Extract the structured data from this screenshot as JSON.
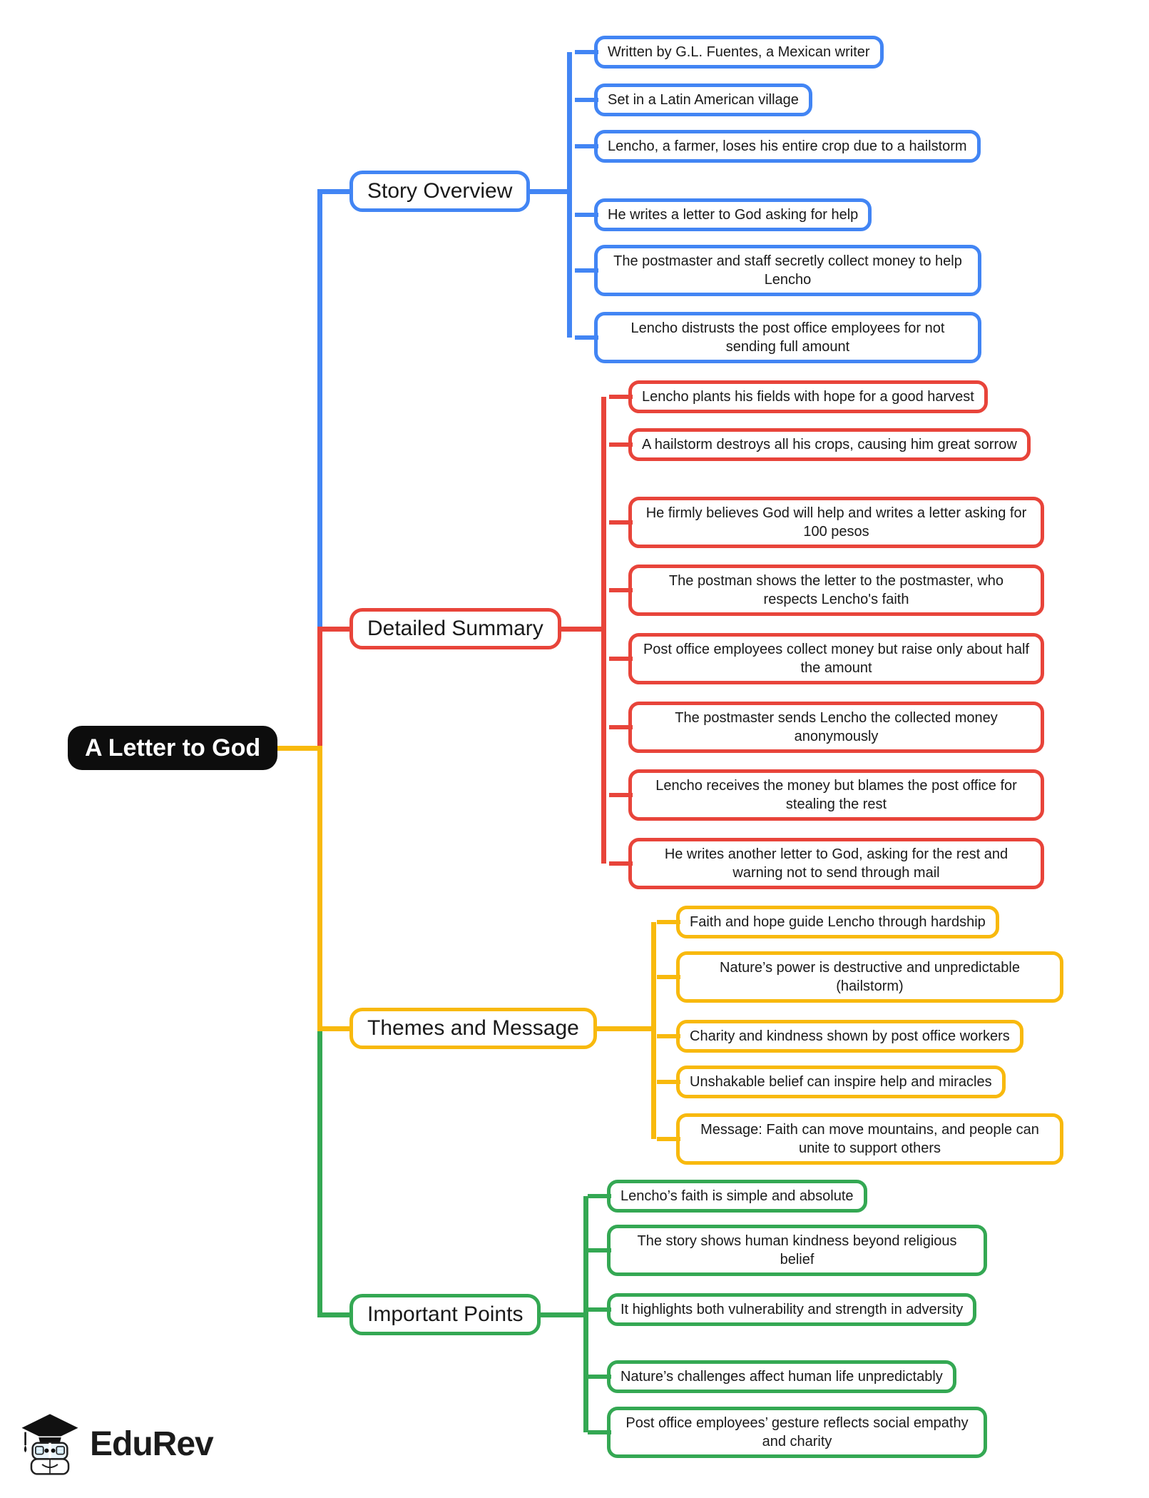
{
  "title": "A Letter to God",
  "root": {
    "label": "A Letter to God",
    "bg": "#0d0d0d",
    "text_color": "#ffffff"
  },
  "branches": [
    {
      "label": "Story Overview",
      "color": "#4285F4",
      "children": [
        "Written by G.L. Fuentes, a Mexican writer",
        "Set in a Latin American village",
        "Lencho, a farmer, loses his entire crop due to a hailstorm",
        "He writes a letter to God asking for help",
        "The postmaster and staff secretly collect money to help Lencho",
        "Lencho distrusts the post office employees for not sending full amount"
      ]
    },
    {
      "label": "Detailed Summary",
      "color": "#E8443A",
      "children": [
        "Lencho plants his fields with hope for a good harvest",
        "A hailstorm destroys all his crops, causing him great sorrow",
        "He firmly believes God will help and writes a letter asking for 100 pesos",
        "The postman shows the letter to the postmaster, who respects Lencho's faith",
        "Post office employees collect money but raise only about half the amount",
        "The postmaster sends Lencho the collected money anonymously",
        "Lencho receives the money but blames the post office for stealing the rest",
        "He writes another letter to God, asking for the rest and warning not to send through mail"
      ]
    },
    {
      "label": "Themes and Message",
      "color": "#F8B90D",
      "children": [
        "Faith and hope guide Lencho through hardship",
        "Nature’s power is destructive and unpredictable (hailstorm)",
        "Charity and kindness shown by post office workers",
        "Unshakable belief can inspire help and miracles",
        "Message: Faith can move mountains, and people can unite to support others"
      ]
    },
    {
      "label": "Important Points",
      "color": "#34A853",
      "children": [
        "Lencho’s faith is simple and absolute",
        "The story shows human kindness beyond religious belief",
        "It highlights both vulnerability and strength in adversity",
        "Nature’s challenges affect human life unpredictably",
        "Post office employees’ gesture reflects social empathy and charity"
      ]
    }
  ],
  "logo": {
    "brand": "EduRev",
    "icon": "graduation-cap-mascot",
    "icon_blue": "#cfe8f7"
  }
}
